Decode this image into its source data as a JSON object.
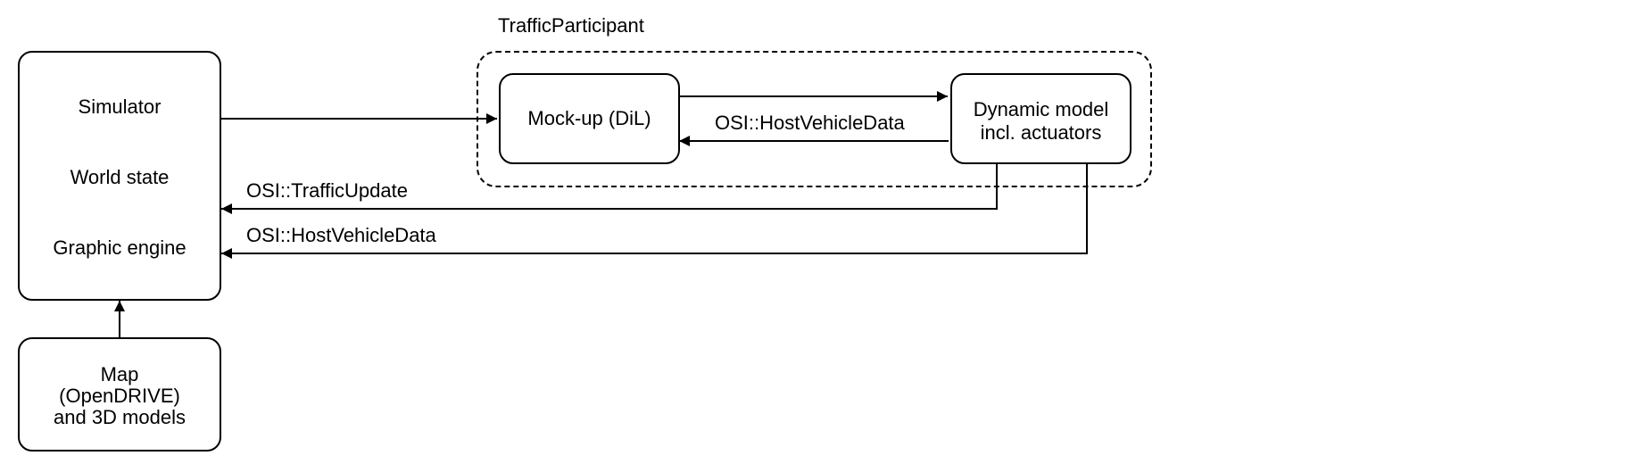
{
  "diagram": {
    "group": {
      "title": "TrafficParticipant"
    },
    "nodes": {
      "simulator": {
        "lines": [
          "Simulator",
          "World state",
          "Graphic engine"
        ]
      },
      "mockup": {
        "label": "Mock-up (DiL)"
      },
      "dynamic_model": {
        "lines": [
          "Dynamic model",
          "incl. actuators"
        ]
      },
      "map": {
        "lines": [
          "Map",
          "(OpenDRIVE)",
          "and 3D models"
        ]
      }
    },
    "edges": [
      {
        "from": "simulator",
        "to": "mockup",
        "label": ""
      },
      {
        "from": "mockup",
        "to": "dynamic_model",
        "label": ""
      },
      {
        "from": "dynamic_model",
        "to": "mockup",
        "label": "OSI::HostVehicleData"
      },
      {
        "from": "dynamic_model",
        "to": "simulator",
        "label": "OSI::TrafficUpdate"
      },
      {
        "from": "dynamic_model",
        "to": "simulator",
        "label": "OSI::HostVehicleData"
      },
      {
        "from": "map",
        "to": "simulator",
        "label": ""
      }
    ]
  }
}
